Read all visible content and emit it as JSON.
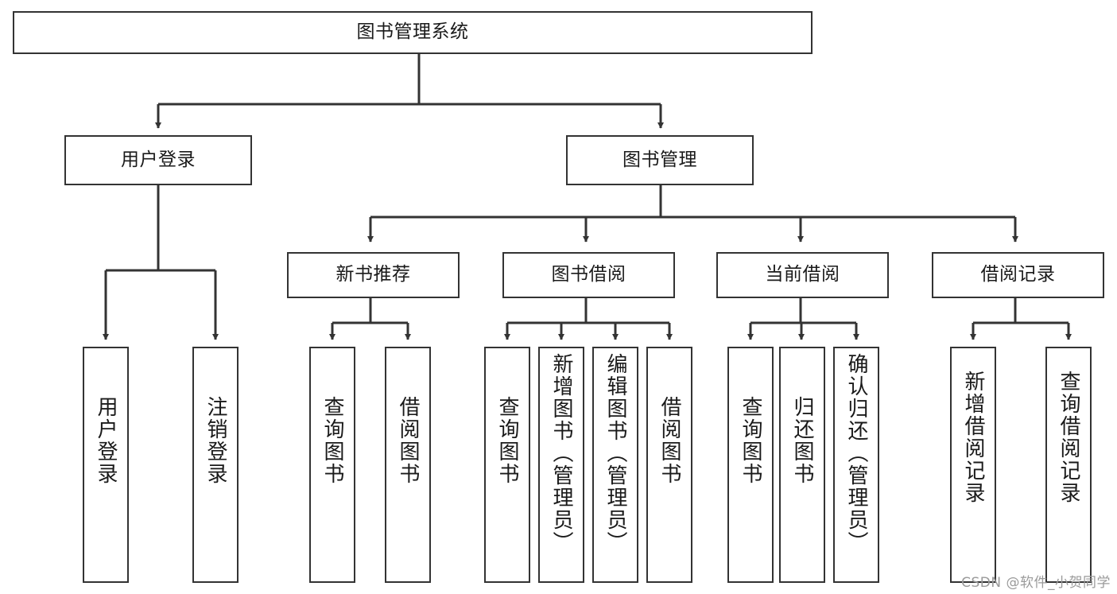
{
  "diagram": {
    "title": "图书管理系统",
    "type": "tree-hierarchy",
    "watermark": "CSDN @软件_小贺同学",
    "colors": {
      "box_border": "#333333",
      "box_fill": "#ffffff",
      "edge": "#333333",
      "text": "#1a1a1a",
      "watermark": "#9a9a9a",
      "background": "#ffffff"
    },
    "nodes": {
      "root": {
        "label": "图书管理系统"
      },
      "level1": [
        {
          "id": "user-login",
          "label": "用户登录"
        },
        {
          "id": "book-manage",
          "label": "图书管理"
        }
      ],
      "level2": [
        {
          "id": "new-book-recommend",
          "label": "新书推荐"
        },
        {
          "id": "book-borrow",
          "label": "图书借阅"
        },
        {
          "id": "current-borrow",
          "label": "当前借阅"
        },
        {
          "id": "borrow-record",
          "label": "借阅记录"
        }
      ],
      "leaves": {
        "user_login": [
          {
            "id": "leaf-user-login",
            "label": "用户登录"
          },
          {
            "id": "leaf-logout-login",
            "label": "注销登录"
          }
        ],
        "new_book_recommend": [
          {
            "id": "leaf-query-book-1",
            "label": "查询图书"
          },
          {
            "id": "leaf-borrow-book-1",
            "label": "借阅图书"
          }
        ],
        "book_borrow": [
          {
            "id": "leaf-query-book-2",
            "label": "查询图书"
          },
          {
            "id": "leaf-add-book",
            "label": "新增图书（管理员）"
          },
          {
            "id": "leaf-edit-book",
            "label": "编辑图书（管理员）"
          },
          {
            "id": "leaf-borrow-book-2",
            "label": "借阅图书"
          }
        ],
        "current_borrow": [
          {
            "id": "leaf-query-book-3",
            "label": "查询图书"
          },
          {
            "id": "leaf-return-book",
            "label": "归还图书"
          },
          {
            "id": "leaf-confirm-return",
            "label": "确认归还（管理员）"
          }
        ],
        "borrow_record": [
          {
            "id": "leaf-add-record",
            "label": "新增借阅记录"
          },
          {
            "id": "leaf-query-record",
            "label": "查询借阅记录"
          }
        ]
      }
    }
  }
}
